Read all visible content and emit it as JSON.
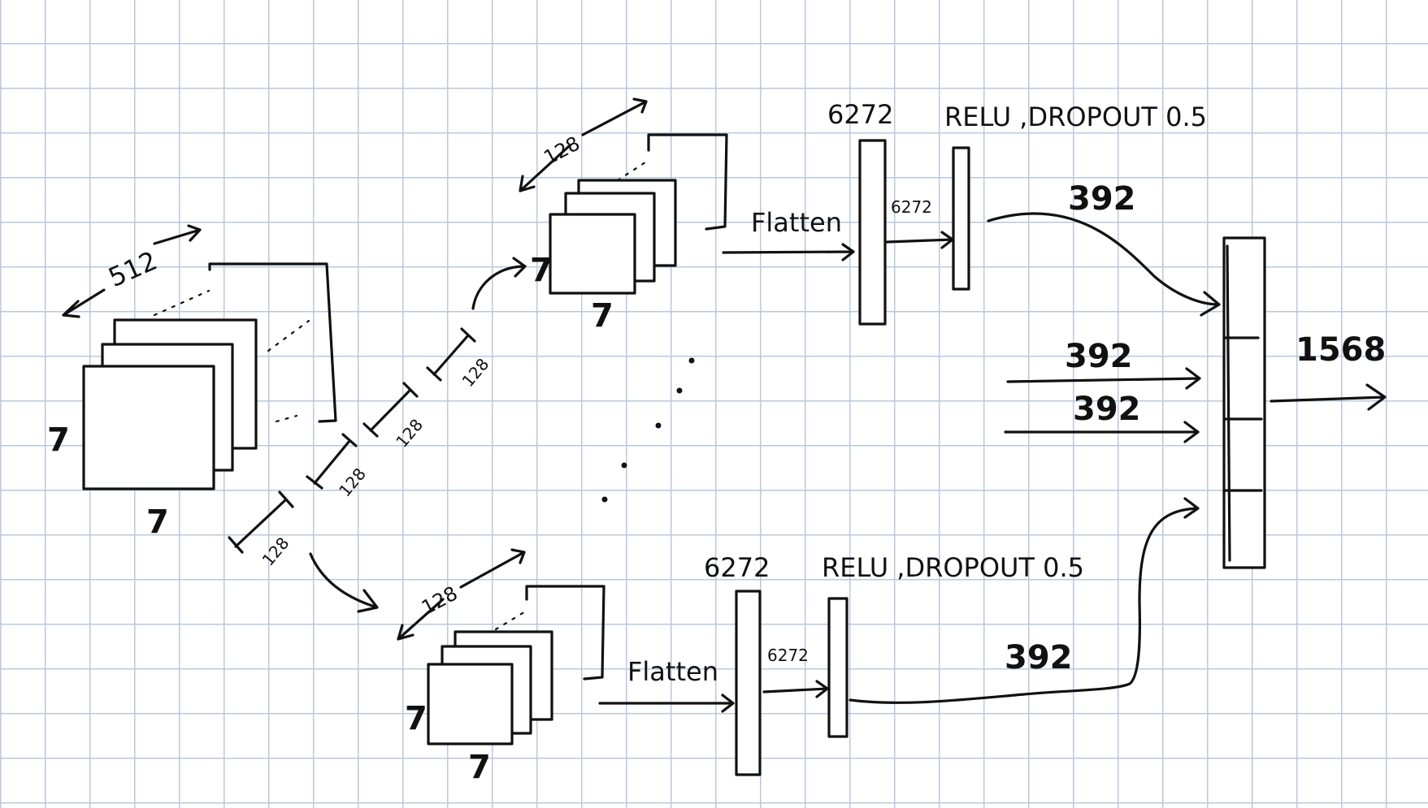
{
  "input_block": {
    "depth_label": "512",
    "height_label": "7",
    "width_label": "7"
  },
  "splits": [
    "128",
    "128",
    "128",
    "128"
  ],
  "top_branch": {
    "depth_label": "128",
    "height_label": "7",
    "width_label": "7",
    "flatten_label": "Flatten",
    "fc1_label": "6272",
    "fc1_out_label": "6272",
    "fc2_label": "RELU ,DROPOUT 0.5",
    "out_label": "392"
  },
  "bottom_branch": {
    "depth_label": "128",
    "height_label": "7",
    "width_label": "7",
    "flatten_label": "Flatten",
    "fc1_label": "6272",
    "fc1_out_label": "6272",
    "fc2_label": "RELU ,DROPOUT 0.5",
    "out_label": "392"
  },
  "middle_inputs": [
    "392",
    "392"
  ],
  "concat": {
    "out_label": "1568"
  }
}
